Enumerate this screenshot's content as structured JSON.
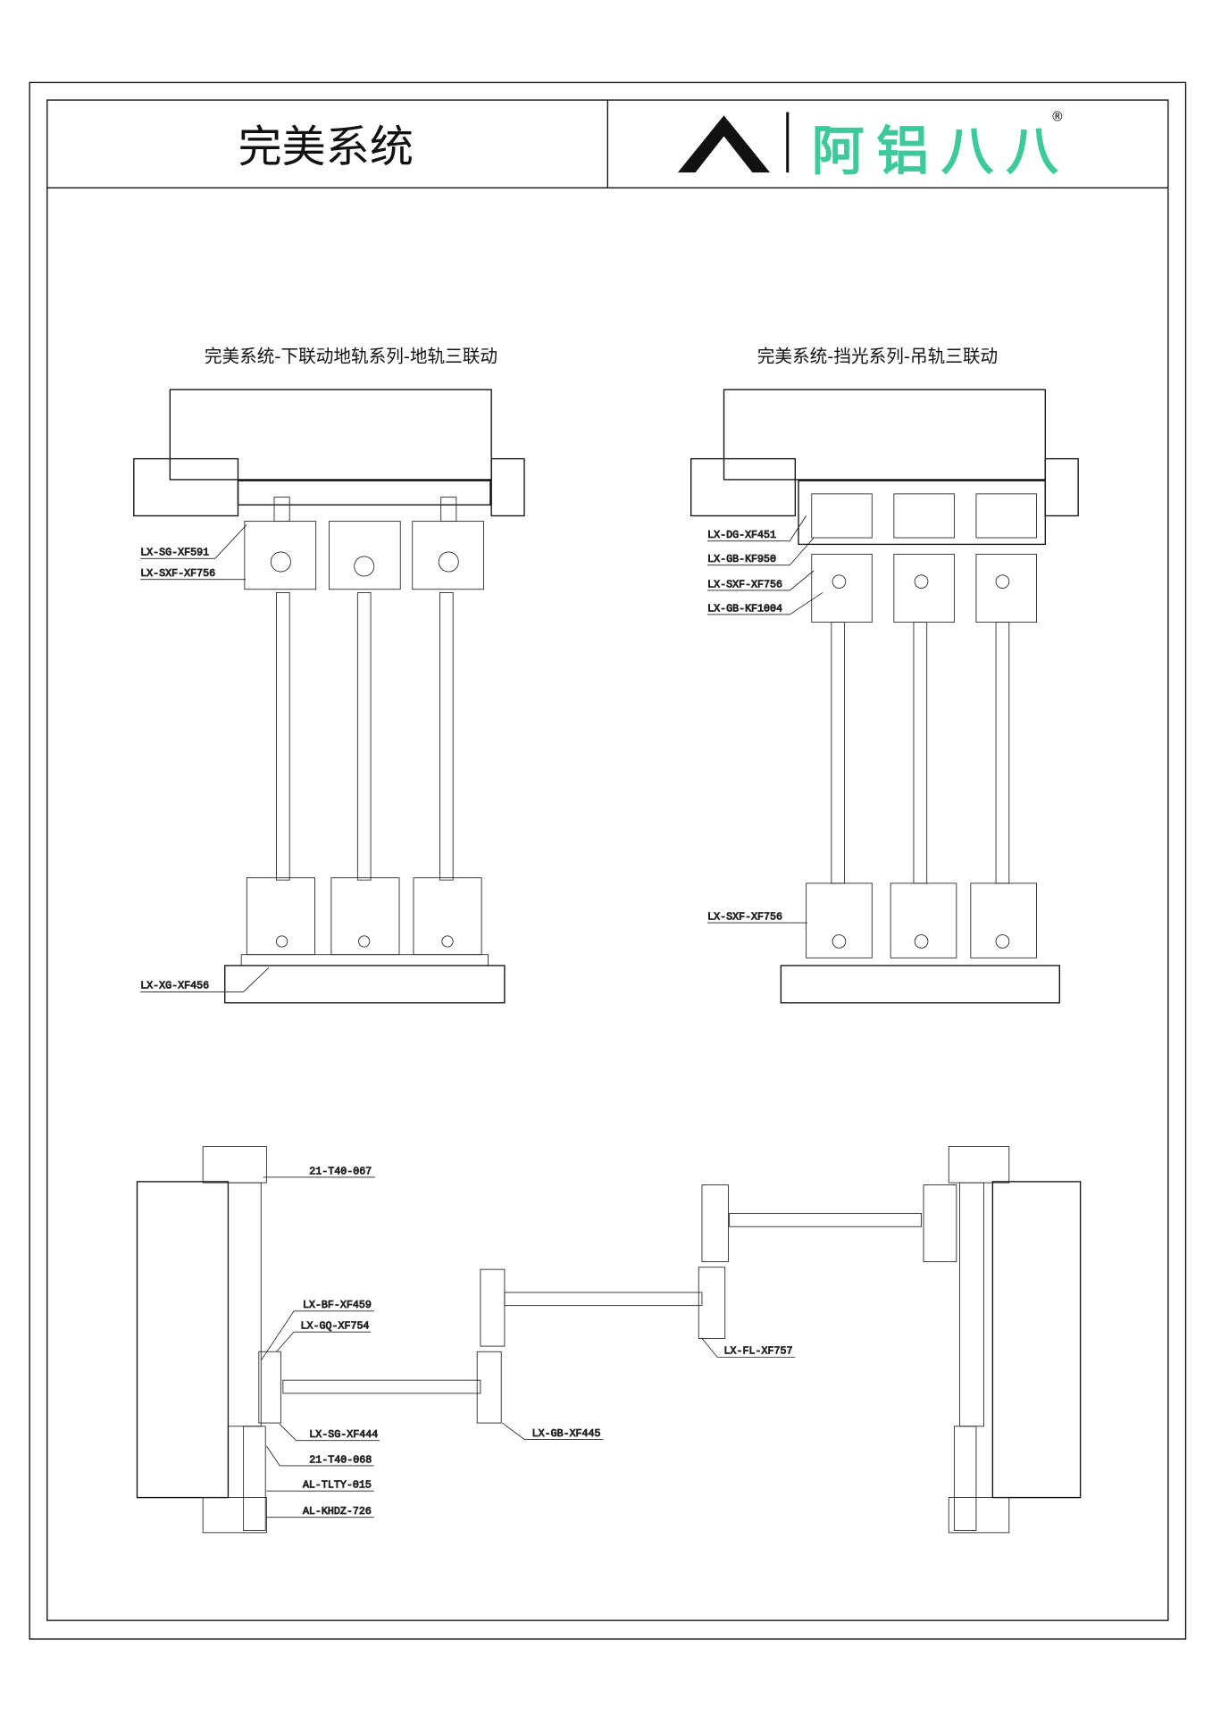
{
  "header": {
    "title": "完美系统",
    "logo_text": "阿铝八八",
    "logo_registered": "®",
    "logo_color": "#3ec99d"
  },
  "drawings": {
    "top_left": {
      "title": "完美系统-下联动地轨系列-地轨三联动",
      "labels": [
        "LX-SG-XF591",
        "LX-SXF-XF756",
        "LX-XG-XF456"
      ]
    },
    "top_right": {
      "title": "完美系统-挡光系列-吊轨三联动",
      "labels": [
        "LX-DG-XF451",
        "LX-GB-KF950",
        "LX-SXF-XF756",
        "LX-GB-KF1004",
        "LX-SXF-XF756"
      ]
    },
    "plan": {
      "labels": [
        "21-T40-067",
        "LX-BF-XF459",
        "LX-GQ-XF754",
        "LX-SG-XF444",
        "21-T40-068",
        "AL-TLTY-015",
        "AL-KHDZ-726",
        "LX-GB-XF445",
        "LX-FL-XF757"
      ]
    }
  }
}
